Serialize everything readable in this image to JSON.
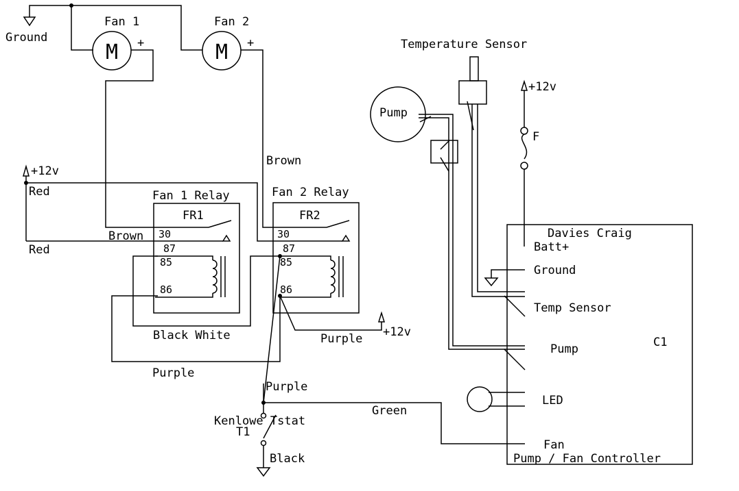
{
  "labels": {
    "ground_top": "Ground",
    "fan1": "Fan 1",
    "fan2": "Fan 2",
    "motor": "M",
    "plus": "+",
    "temp_sensor": "Temperature Sensor",
    "pump_motor": "Pump",
    "v12_right": "+12v",
    "fuse": "F",
    "brown_mid": "Brown",
    "v12_left": "+12v",
    "red_top": "Red",
    "red_bottom": "Red",
    "fan1_relay": "Fan 1 Relay",
    "fan2_relay": "Fan 2 Relay",
    "fr1": "FR1",
    "fr2": "FR2",
    "brown_fr1": "Brown",
    "pin30": "30",
    "pin87": "87",
    "pin85": "85",
    "pin86": "86",
    "purple_fr2": "Purple",
    "v12_fr2": "+12v",
    "black_white": "Black White",
    "purple_left": "Purple",
    "purple_mid": "Purple",
    "green": "Green",
    "kenlowe": "Kenlowe Tstat",
    "t1": "T1",
    "black": "Black",
    "controller_title": "Davies Craig",
    "batt": "Batt+",
    "ground_ctrl": "Ground",
    "temp_ctrl": "Temp Sensor",
    "pump_ctrl": "Pump",
    "c1": "C1",
    "led": "LED",
    "fan_ctrl": "Fan",
    "controller_footer": "Pump / Fan Controller"
  }
}
